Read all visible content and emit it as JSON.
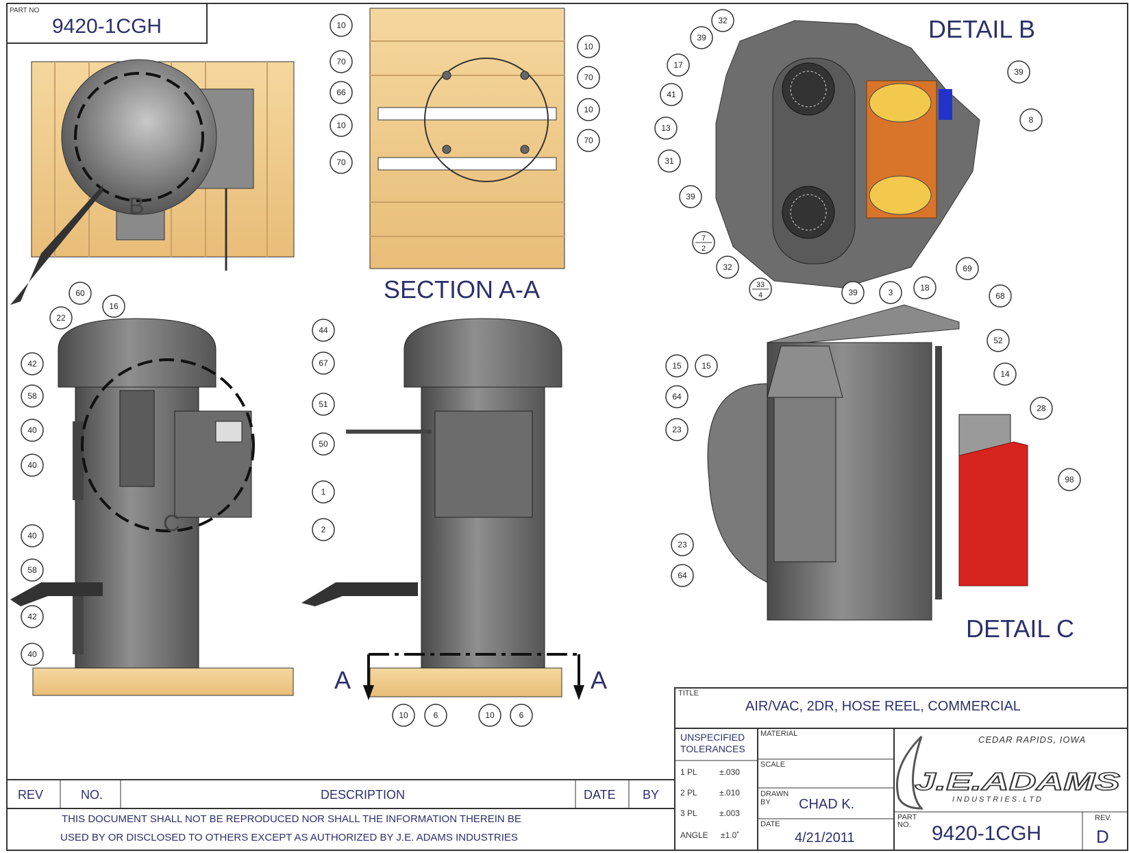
{
  "part_no_box": {
    "label": "PART NO",
    "value": "9420-1CGH"
  },
  "views": {
    "section_aa": "SECTION A-A",
    "detail_b": "DETAIL B",
    "detail_c": "DETAIL C",
    "marker_b": "B",
    "marker_c": "C",
    "section_a_left": "A",
    "section_a_right": "A"
  },
  "balloons": {
    "sec": [
      "10",
      "70",
      "66",
      "10",
      "70",
      "10",
      "70",
      "10",
      "70"
    ],
    "detb": [
      "32",
      "39",
      "17",
      "41",
      "13",
      "31",
      "39",
      "7/2",
      "32",
      "33/4",
      "39",
      "3",
      "18",
      "69",
      "8",
      "39"
    ],
    "front_left": [
      "60",
      "16",
      "22",
      "42",
      "58",
      "40",
      "40",
      "40",
      "58",
      "42",
      "40"
    ],
    "front_right": [
      "44",
      "67",
      "51",
      "50",
      "1",
      "2",
      "10",
      "6",
      "10",
      "6"
    ],
    "detc": [
      "68",
      "52",
      "14",
      "28",
      "98",
      "15",
      "15",
      "64",
      "23",
      "23",
      "64"
    ]
  },
  "revision_table": {
    "headers": {
      "rev": "REV",
      "no": "NO.",
      "description": "DESCRIPTION",
      "date": "DATE",
      "by": "BY"
    },
    "notice_line1": "THIS DOCUMENT SHALL NOT BE REPRODUCED NOR SHALL THE INFORMATION THEREIN BE",
    "notice_line2": "USED BY OR DISCLOSED TO OTHERS EXCEPT AS AUTHORIZED BY J.E. ADAMS INDUSTRIES"
  },
  "title_block": {
    "title_label": "TITLE",
    "title": "AIR/VAC, 2DR, HOSE REEL, COMMERCIAL",
    "tolerances_label": "UNSPECIFIED TOLERANCES",
    "tolerances": [
      {
        "label": "1 PL",
        "value": "±.030"
      },
      {
        "label": "2 PL",
        "value": "±.010"
      },
      {
        "label": "3 PL",
        "value": "±.003"
      },
      {
        "label": "ANGLE",
        "value": "±1.0˚"
      }
    ],
    "material_label": "MATERIAL",
    "scale_label": "SCALE",
    "drawn_by_label": "DRAWN BY",
    "drawn_by": "CHAD K.",
    "date_label": "DATE",
    "date": "4/21/2011",
    "company_location": "CEDAR RAPIDS, IOWA",
    "company_name": "J.E.ADAMS",
    "company_sub": "I N D U S T R I E S . L T D",
    "part_no_label": "PART NO.",
    "part_no": "9420-1CGH",
    "rev_label": "REV.",
    "rev": "D"
  }
}
